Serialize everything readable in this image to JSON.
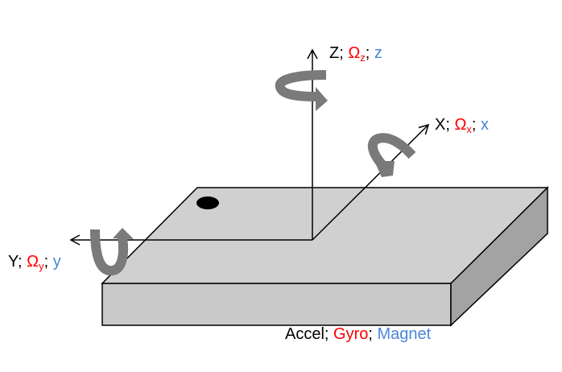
{
  "axes": {
    "z": {
      "name": "Z",
      "gyro": "Ω",
      "gyro_sub": "z",
      "magnet": "z"
    },
    "x": {
      "name": "X",
      "gyro": "Ω",
      "gyro_sub": "x",
      "magnet": "x"
    },
    "y": {
      "name": "Y",
      "gyro": "Ω",
      "gyro_sub": "y",
      "magnet": "y"
    }
  },
  "legend": {
    "accel": "Accel",
    "gyro": "Gyro",
    "magnet": "Magnet",
    "sep": ";"
  },
  "colors": {
    "accel": "#000000",
    "gyro": "#ff0000",
    "magnet": "#4a86d8",
    "rotation_arrow": "#7a7a7a"
  }
}
